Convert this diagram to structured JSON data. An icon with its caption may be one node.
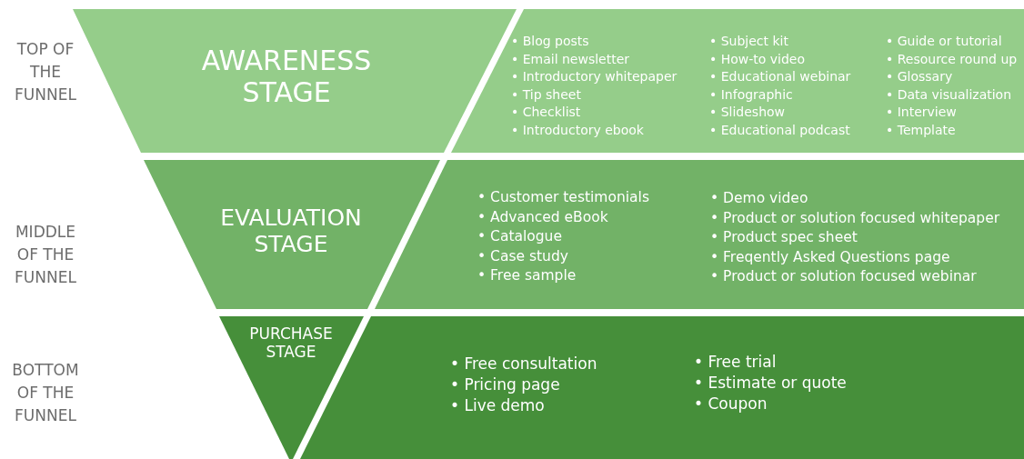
{
  "diagram": {
    "nodes": [
      {
        "text": [
          "AWARENESS STAGE"
        ]
      },
      {
        "text": [
          "EVALUATION STAGE"
        ]
      },
      {
        "text": [
          "PURCHASE STAGE"
        ]
      },
      {
        "text": [
          "• Blog posts",
          "• Email newsletter",
          "• Introductory whitepaper",
          "• Tip sheet",
          "• Checklist",
          "• Introductory ebook",
          "• Subject kit",
          "• How-to video",
          "• Educational webinar",
          "• Infographic",
          "• Slideshow",
          "• Educational podcast",
          "• Guide or tutorial",
          "• Resource round up",
          "• Glossary",
          "• Data visualization",
          "• Interview",
          "• Template"
        ]
      },
      {
        "text": [
          "• Customer testimonials",
          "• Advanced eBook",
          "• Catalogue",
          "• Case study",
          "• Free sample",
          "• Demo video",
          "• Product or solution focused whitepaper",
          "• Product spec sheet",
          "• Freqently Asked Questions page",
          "• Product or solution focused webinar"
        ]
      },
      {
        "text": [
          "• Free consultation",
          "• Pricing page",
          "• Live demo",
          "• Free trial",
          "• Estimate or quote",
          "• Coupon"
        ]
      }
    ],
    "labels": [
      "TOP OF THE FUNNEL",
      "MIDDLE OF THE FUNNEL",
      "BOTTOM OF THE FUNNEL"
    ]
  }
}
